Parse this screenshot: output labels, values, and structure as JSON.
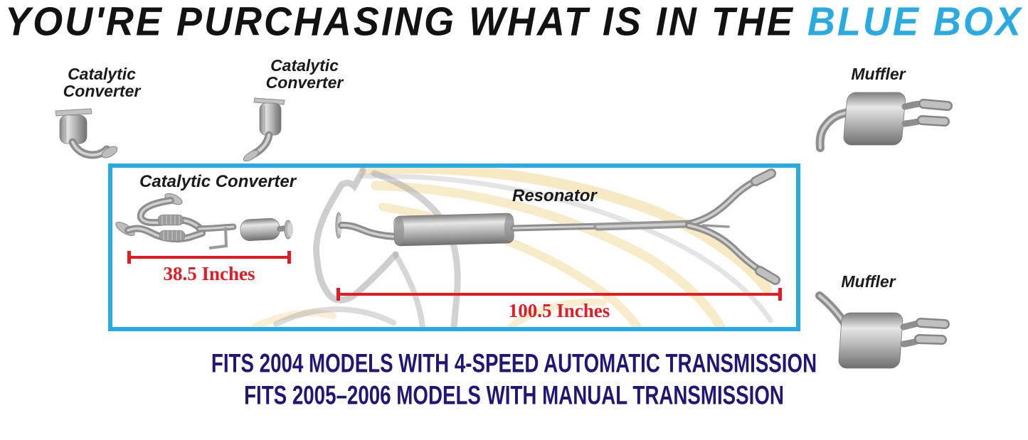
{
  "header": {
    "prefix": "YOU'RE PURCHASING WHAT IS IN THE ",
    "highlight": "BLUE BOX"
  },
  "part_labels": {
    "cat_converter_1": "Catalytic Converter",
    "cat_converter_2": "Catalytic Converter",
    "muffler_top": "Muffler",
    "muffler_bottom": "Muffler",
    "cat_converter_assembly": "Catalytic Converter",
    "resonator": "Resonator"
  },
  "dimensions": {
    "cat_assembly_length": "38.5 Inches",
    "system_length": "100.5 Inches"
  },
  "fitment": {
    "line1": "FITS 2004 MODELS WITH 4-SPEED AUTOMATIC TRANSMISSION",
    "line2": "FITS 2005–2006 MODELS WITH MANUAL TRANSMISSION"
  },
  "colors": {
    "highlight_blue": "#29abe2",
    "box_border_blue": "#29abe2",
    "dimension_red": "#e31b22",
    "fitment_navy": "#1e1775",
    "title_black": "#121212",
    "part_gray": "#a8a8a8",
    "watermark_gold": "#f2d795"
  }
}
